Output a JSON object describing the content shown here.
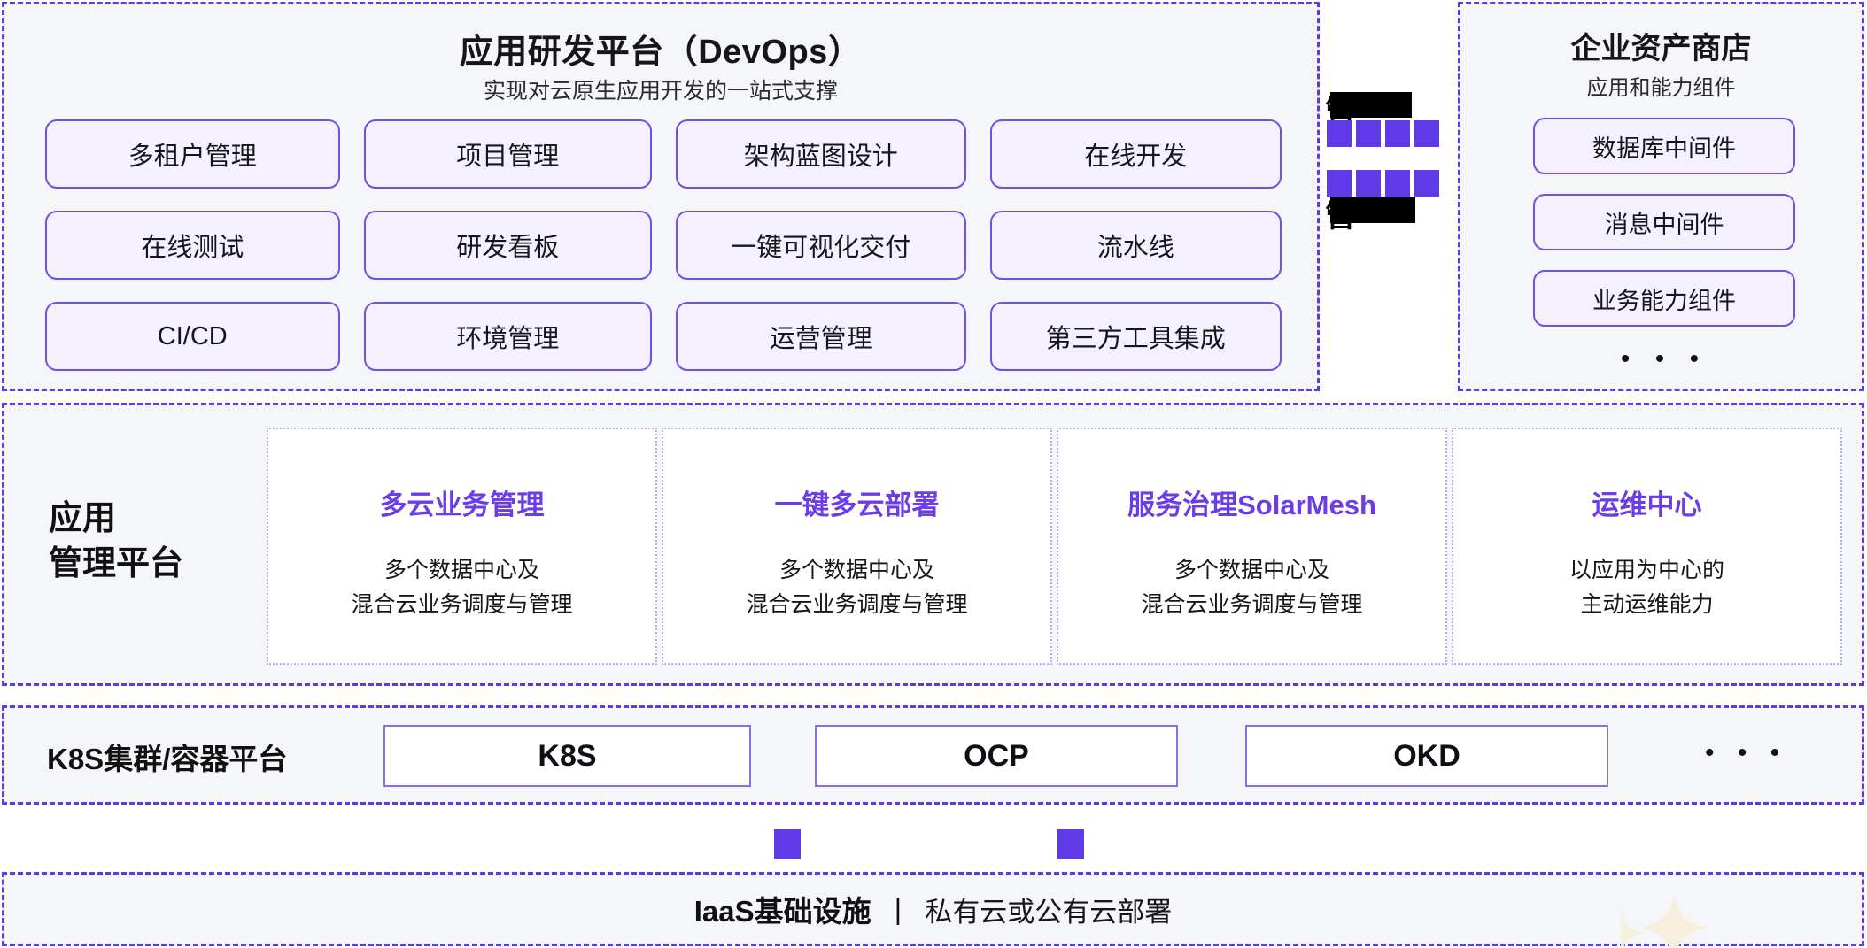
{
  "devops": {
    "title": "应用研发平台（DevOps）",
    "subtitle": "实现对云原生应用开发的一站式支撑",
    "rows": [
      [
        {
          "label": "多租户管理"
        },
        {
          "label": "项目管理"
        },
        {
          "label": "架构蓝图设计"
        },
        {
          "label": "在线开发"
        }
      ],
      [
        {
          "label": "在线测试"
        },
        {
          "label": "研发看板"
        },
        {
          "label": "一键可视化交付"
        },
        {
          "label": "流水线"
        }
      ],
      [
        {
          "label": "CI/CD"
        },
        {
          "label": "环境管理"
        },
        {
          "label": "运营管理"
        },
        {
          "label": "第三方工具集成"
        }
      ]
    ]
  },
  "middle_column": {
    "redacted_top": "管",
    "redacted_bottom": "管",
    "squares_top_count": 4,
    "squares_bottom_count": 4
  },
  "asset_store": {
    "title": "企业资产商店",
    "subtitle": "应用和能力组件",
    "items": [
      {
        "label": "数据库中间件"
      },
      {
        "label": "消息中间件"
      },
      {
        "label": "业务能力组件"
      }
    ],
    "more": "• • •"
  },
  "app_management": {
    "label_line1": "应用",
    "label_line2": "管理平台",
    "cards": [
      {
        "title": "多云业务管理",
        "desc_line1": "多个数据中心及",
        "desc_line2": "混合云业务调度与管理"
      },
      {
        "title": "一键多云部署",
        "desc_line1": "多个数据中心及",
        "desc_line2": "混合云业务调度与管理"
      },
      {
        "title": "服务治理SolarMesh",
        "desc_line1": "多个数据中心及",
        "desc_line2": "混合云业务调度与管理"
      },
      {
        "title": "运维中心",
        "desc_line1": "以应用为中心的",
        "desc_line2": "主动运维能力"
      }
    ]
  },
  "k8s": {
    "label": "K8S集群/容器平台",
    "boxes": [
      {
        "label": "K8S"
      },
      {
        "label": "OCP"
      },
      {
        "label": "OKD"
      }
    ],
    "more": "• • •"
  },
  "iaas": {
    "strong": "IaaS基础设施",
    "divider": "|",
    "text": "私有云或公有云部署"
  },
  "colors": {
    "accent_purple": "#5f3ae6",
    "card_border": "#7150e4",
    "card_fill": "#f4f0fe",
    "section_bg": "#f5f6f9",
    "title_purple": "#6b3ce8"
  }
}
